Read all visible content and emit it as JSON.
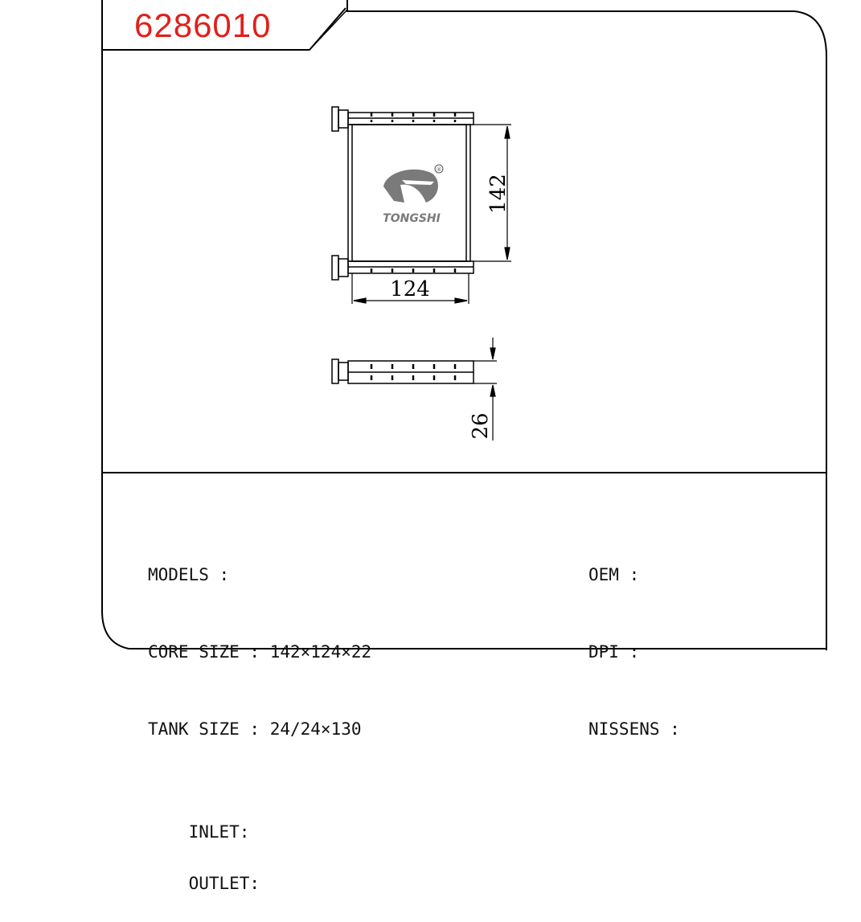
{
  "part_number": "6286010",
  "drawing": {
    "dim_height": "142",
    "dim_width": "124",
    "dim_thickness": "26",
    "brand_logo": "TONGSHI",
    "registered_mark": "®",
    "line_color": "#000000",
    "part_number_color": "#e0201c"
  },
  "specs_left": {
    "models": "MODELS :",
    "core_size": "CORE SIZE : 142×124×22",
    "tank_size": "TANK SIZE : 24/24×130",
    "inlet": "INLET:",
    "outlet": "OUTLET:"
  },
  "specs_right": {
    "oem": "OEM :",
    "dpi": "DPI :",
    "nissens": "NISSENS :"
  }
}
